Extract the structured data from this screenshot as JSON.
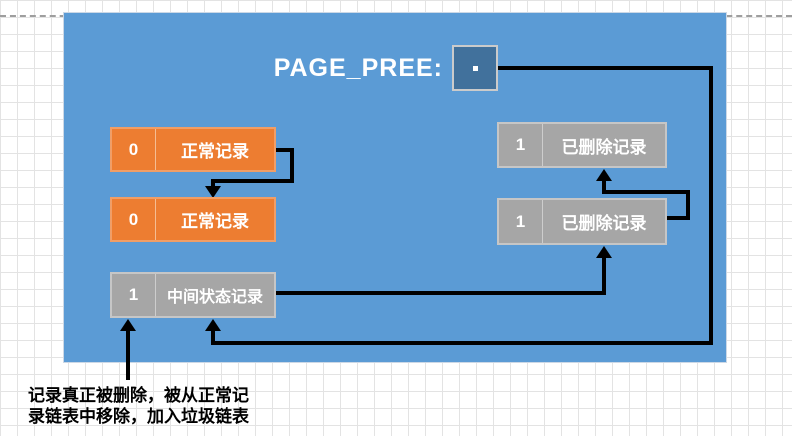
{
  "diagram": {
    "title": "PAGE_PREE:",
    "boxes": [
      {
        "flag": "0",
        "label": "正常记录"
      },
      {
        "flag": "0",
        "label": "正常记录"
      },
      {
        "flag": "1",
        "label": "中间状态记录"
      },
      {
        "flag": "1",
        "label": "已删除记录"
      },
      {
        "flag": "1",
        "label": "已删除记录"
      }
    ],
    "annotation": {
      "line1": "记录真正被删除，被从正常记",
      "line2": "录链表中移除，加入垃圾链表"
    },
    "colors": {
      "panel_blue": "#5B9BD5",
      "pointer_box_blue": "#41719C",
      "normal_record_orange": "#ED7D31",
      "deleted_record_gray": "#A6A6A6",
      "connector_black": "#000000",
      "grid_gray": "#e3e3e3"
    }
  }
}
